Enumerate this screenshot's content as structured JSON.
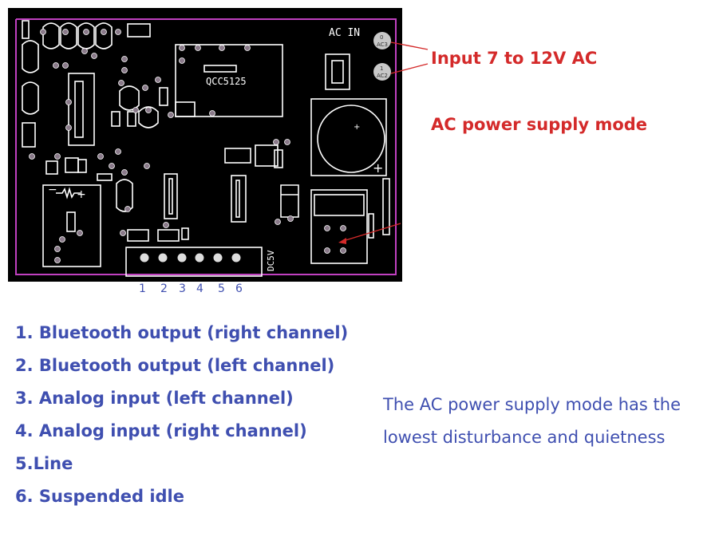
{
  "board": {
    "chip_label": "QCC5125",
    "ac_in_label": "AC IN",
    "ac3_top": "0",
    "ac3_label": "AC3",
    "ac2_top": "1",
    "ac2_label": "AC2",
    "dc5v_label": "DC5V",
    "plus_sign": "+",
    "minus_sign": "−",
    "colors": {
      "background": "#000000",
      "outline": "#c040c0",
      "silkscreen": "#ffffff",
      "pad": "#c8c8c8"
    }
  },
  "annotations": {
    "input_voltage": "Input 7 to 12V AC",
    "mode": "AC power supply mode",
    "color": "#d42a2a"
  },
  "pin_numbers": [
    "1",
    "2",
    "3",
    "4",
    "5",
    "6"
  ],
  "pin_descriptions": [
    "1. Bluetooth output (right channel)",
    "2. Bluetooth output (left channel)",
    "3. Analog input (left channel)",
    "4. Analog input (right channel)",
    "5.Line",
    "6. Suspended idle"
  ],
  "note": "The AC power supply mode has the lowest disturbance and quietness",
  "text_color": "#3f4fb0"
}
